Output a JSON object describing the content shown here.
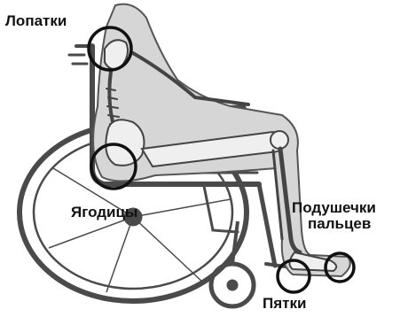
{
  "labels": {
    "shoulder_blades": "Лопатки",
    "buttocks": "Ягодицы",
    "toe_pads_line1": "Подушечки",
    "toe_pads_line2": "пальцев",
    "heels": "Пятки"
  },
  "colors": {
    "ink": "#111111",
    "body": "#d6d6d6",
    "bone": "#efefef",
    "chair": "#4a4a4a",
    "marker": "#111111"
  }
}
